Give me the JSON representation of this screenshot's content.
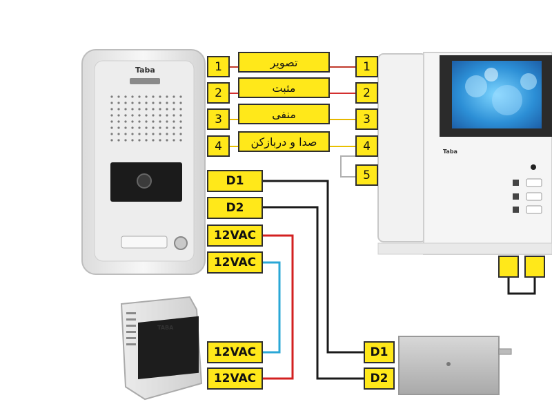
{
  "panel": {
    "brand": "Taba"
  },
  "monitor": {
    "brand": "Taba"
  },
  "transformer": {
    "brand": "TABA"
  },
  "wires": [
    {
      "left": "1",
      "text": "تصویر",
      "right": "1"
    },
    {
      "left": "2",
      "text": "مثبت",
      "right": "2"
    },
    {
      "left": "3",
      "text": "منفی",
      "right": "3"
    },
    {
      "left": "4",
      "text": "صدا و دربازکن",
      "right": "4"
    }
  ],
  "bridge_terminal": "5",
  "lock_terminals": {
    "d1": "D1",
    "d2": "D2"
  },
  "power_terminals": {
    "ac1": "12VAC",
    "ac2": "12VAC"
  },
  "transformer_terminals": {
    "ac1": "12VAC",
    "ac2": "12VAC"
  },
  "lock_box_terminals": {
    "d1": "D1",
    "d2": "D2"
  },
  "colors": {
    "label_fill": "#ffe81a",
    "wire_video": "#c0392b",
    "wire_positive": "#d32f2f",
    "wire_negative": "#e6b800",
    "wire_audio": "#e8c000",
    "wire_black": "#1a1a1a",
    "wire_red": "#d32020",
    "wire_blue": "#2aa7d6"
  }
}
